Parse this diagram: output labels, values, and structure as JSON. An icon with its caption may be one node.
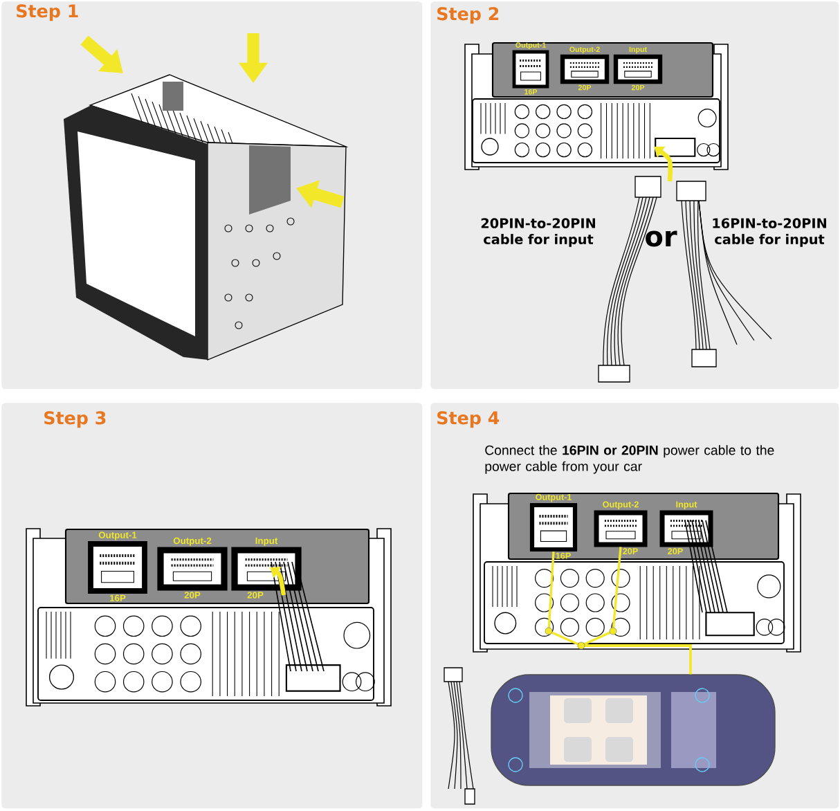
{
  "diagram": {
    "nodes": [
      {
        "text": [
          "Step 1"
        ]
      },
      {
        "text": [
          "Step 2"
        ]
      },
      {
        "text": [
          "Output-1",
          "16P"
        ],
        "in": 1
      },
      {
        "text": [
          "Output-2",
          "20P"
        ],
        "in": 1
      },
      {
        "text": [
          "Input",
          "20P"
        ],
        "in": 1
      },
      {
        "text": [
          "Step 3"
        ]
      },
      {
        "text": [
          "Output-1",
          "16P"
        ],
        "in": 5
      },
      {
        "text": [
          "Output-2",
          "20P"
        ],
        "in": 5
      },
      {
        "text": [
          "Input",
          "20P"
        ],
        "in": 5
      },
      {
        "text": [
          "Step 4",
          "Connect the **16PIN or 20PIN** power cable to the power cable from your car"
        ]
      },
      {
        "text": [
          "Output-1",
          "16P"
        ],
        "in": 9
      },
      {
        "text": [
          "Output-2",
          "20P"
        ],
        "in": 9
      },
      {
        "text": [
          "Input",
          "20P"
        ],
        "in": 9
      },
      {
        "text": [],
        "shape": "picture",
        "in": 9
      }
    ],
    "edges": [
      {
        "from": 10,
        "to": 13,
        "arrow": "none"
      },
      {
        "from": 11,
        "to": 13,
        "arrow": "none"
      }
    ],
    "labels": [
      "20PIN-to-20PIN cable for input",
      "or",
      "16PIN-to-20PIN cable for input"
    ]
  }
}
